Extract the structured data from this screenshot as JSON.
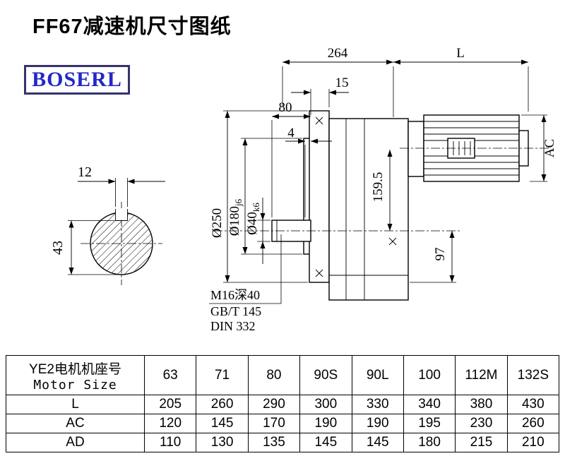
{
  "page": {
    "title": "FF67减速机尺寸图纸",
    "brand": "BOSERL"
  },
  "colors": {
    "brand_text": "#2228c8",
    "brand_border": "#34346d",
    "ink": "#000000"
  },
  "drawing": {
    "dims": {
      "overall_264": "264",
      "motor_L": "L",
      "d15": "15",
      "d80": "80",
      "d4": "4",
      "ac_label": "AC",
      "key_width": "12",
      "key_height": "43",
      "axis_159_5": "159.5",
      "d97": "97",
      "flange_dia": "Ø250",
      "spigot_dia": {
        "main": "Ø180",
        "tol": "j6"
      },
      "shaft_dia": {
        "main": "Ø40",
        "tol": "k6"
      }
    },
    "notes": {
      "tap": "M16深40",
      "std1": "GB/T 145",
      "std2": "DIN 332"
    }
  },
  "table": {
    "header": {
      "line1": "YE2电机机座号",
      "line2": "Motor Size",
      "cols": [
        "63",
        "71",
        "80",
        "90S",
        "90L",
        "100",
        "112M",
        "132S"
      ]
    },
    "rows": [
      {
        "label": "L",
        "values": [
          "205",
          "260",
          "290",
          "300",
          "330",
          "340",
          "380",
          "430"
        ]
      },
      {
        "label": "AC",
        "values": [
          "120",
          "145",
          "170",
          "190",
          "190",
          "195",
          "230",
          "260"
        ]
      },
      {
        "label": "AD",
        "values": [
          "110",
          "130",
          "135",
          "145",
          "145",
          "180",
          "215",
          "210"
        ]
      }
    ]
  }
}
